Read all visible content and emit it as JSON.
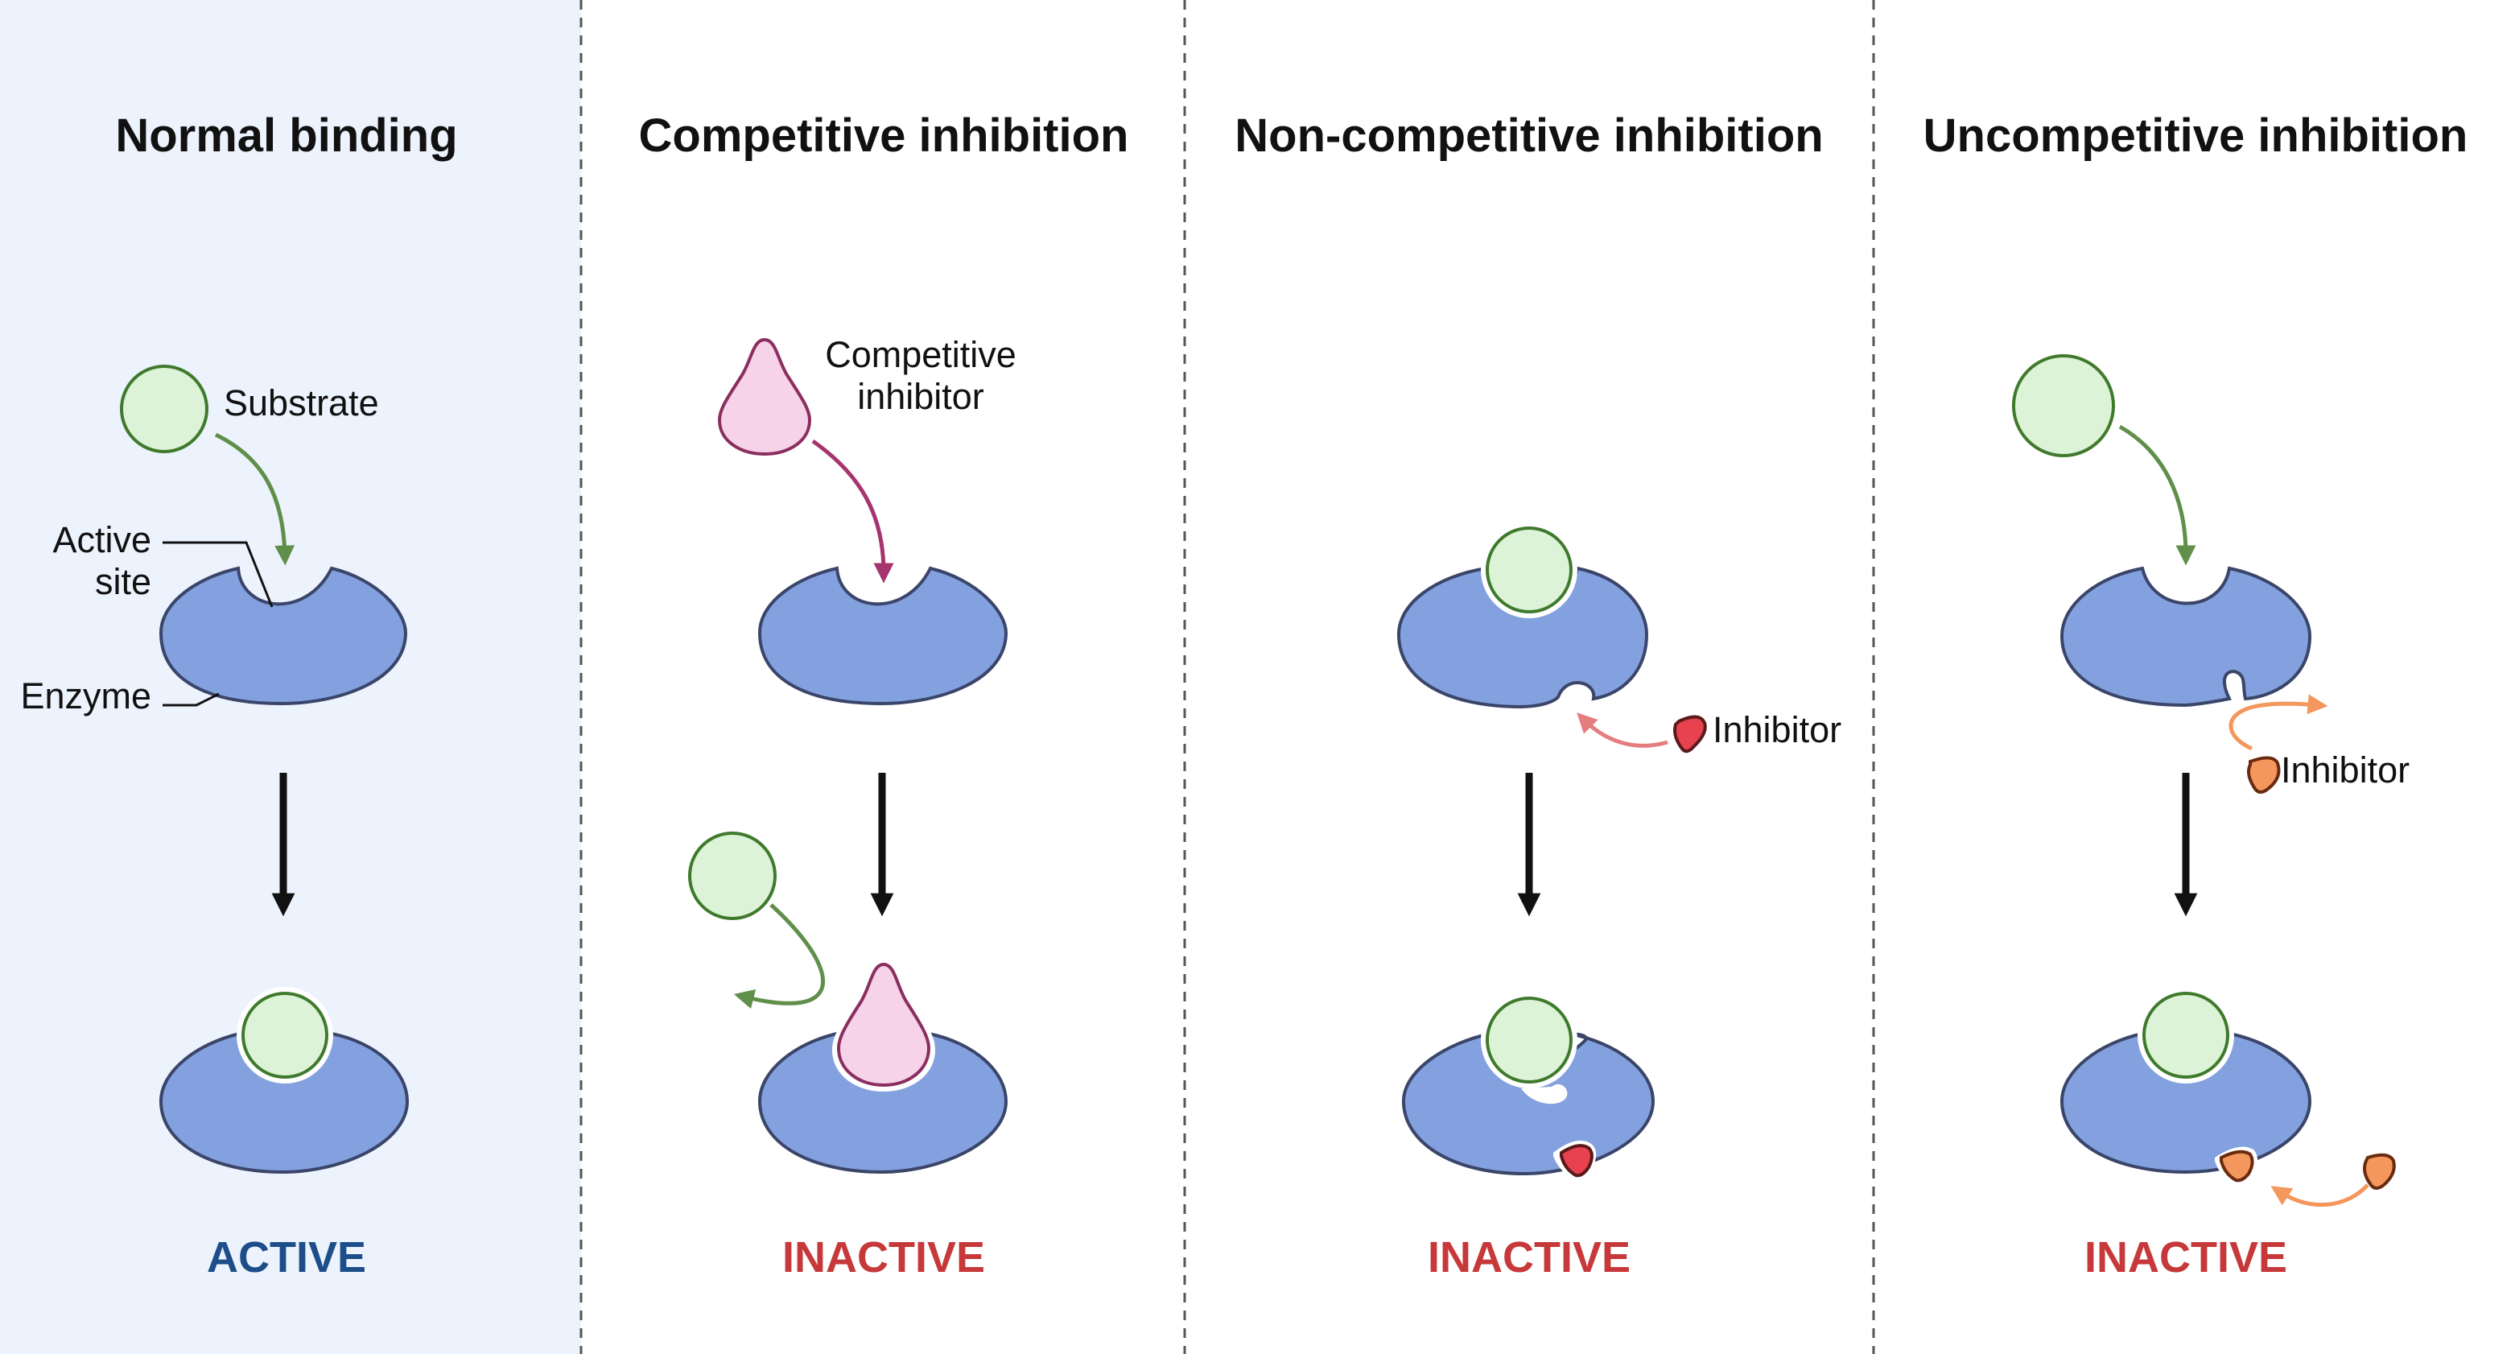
{
  "panels": [
    {
      "title": "Normal binding",
      "status": "ACTIVE",
      "labels": {
        "substrate": "Substrate",
        "active_site_1": "Active",
        "active_site_2": "site",
        "enzyme": "Enzyme"
      }
    },
    {
      "title": "Competitive inhibition",
      "status": "INACTIVE",
      "labels": {
        "inhibitor_1": "Competitive",
        "inhibitor_2": "inhibitor"
      }
    },
    {
      "title": "Non-competitive inhibition",
      "status": "INACTIVE",
      "labels": {
        "inhibitor": "Inhibitor"
      }
    },
    {
      "title": "Uncompetitive inhibition",
      "status": "INACTIVE",
      "labels": {
        "inhibitor": "Inhibitor"
      }
    }
  ],
  "colors": {
    "active_text": "#1d4e89",
    "inactive_text": "#c6383a",
    "first_panel_background": "#ecf3fc",
    "enzyme_fill": "#84a1df",
    "substrate_fill": "#ddf3d8",
    "competitive_inhibitor_fill": "#f7d3ea",
    "noncompetitive_inhibitor_fill": "#e8414f",
    "uncompetitive_inhibitor_fill": "#f3975c",
    "substrate_arrow": "#5f8f4a",
    "competitive_arrow": "#a6346f",
    "noncompetitive_arrow": "#e57d80",
    "uncompetitive_arrow": "#f3975c"
  }
}
